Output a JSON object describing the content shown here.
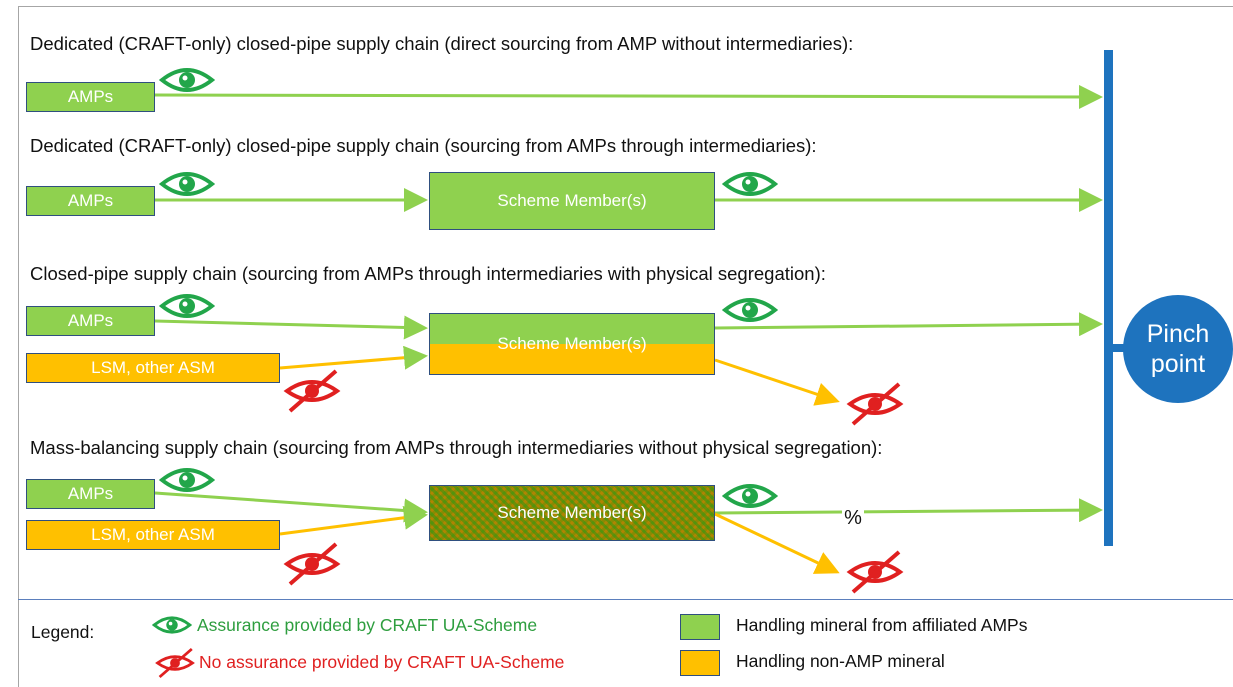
{
  "sections": [
    {
      "title": "Dedicated (CRAFT-only) closed-pipe supply chain (direct sourcing from AMP without intermediaries):"
    },
    {
      "title": "Dedicated (CRAFT-only) closed-pipe supply chain (sourcing from AMPs through intermediaries):"
    },
    {
      "title": "Closed-pipe supply chain (sourcing from AMPs through intermediaries with physical segregation):"
    },
    {
      "title": "Mass-balancing supply chain (sourcing from AMPs through intermediaries without physical segregation):"
    }
  ],
  "nodes": {
    "amps": "AMPs",
    "lsm": "LSM, other ASM",
    "member": "Scheme Member(s)",
    "percent": "%"
  },
  "pinch": {
    "line1": "Pinch",
    "line2": "point"
  },
  "legend": {
    "label": "Legend:",
    "assurance": "Assurance provided by CRAFT UA-Scheme",
    "no_assurance": "No assurance provided by CRAFT UA-Scheme",
    "green_box": "Handling mineral from affiliated AMPs",
    "orange_box": "Handling non-AMP mineral"
  },
  "colors": {
    "green": "#8fd14f",
    "orange": "#ffc000",
    "pinch_blue": "#1e73be",
    "assurance_text": "#2e9e3f",
    "no_assurance_text": "#e02020",
    "eye_green": "#22a64a",
    "eye_red": "#e02020"
  },
  "icons": [
    "eye-icon",
    "crossed-eye-icon"
  ]
}
